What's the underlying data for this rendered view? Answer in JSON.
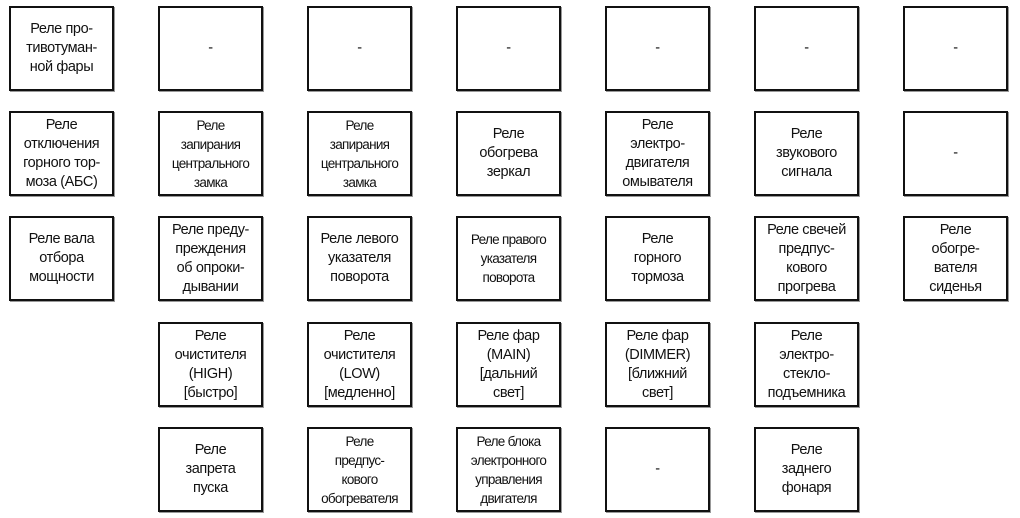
{
  "diagram": {
    "type": "relay-box-layout",
    "columns_x": [
      9,
      158,
      307,
      456,
      605,
      754,
      903
    ],
    "rows_y": [
      6,
      111,
      216,
      322,
      427
    ],
    "relays": [
      {
        "id": "r1c1",
        "row": 0,
        "col": 0,
        "label": "Реле про-\nтивотуман-\nной фары"
      },
      {
        "id": "r1c2",
        "row": 0,
        "col": 1,
        "label": "-"
      },
      {
        "id": "r1c3",
        "row": 0,
        "col": 2,
        "label": "-"
      },
      {
        "id": "r1c4",
        "row": 0,
        "col": 3,
        "label": "-"
      },
      {
        "id": "r1c5",
        "row": 0,
        "col": 4,
        "label": "-"
      },
      {
        "id": "r1c6",
        "row": 0,
        "col": 5,
        "label": "-"
      },
      {
        "id": "r1c7",
        "row": 0,
        "col": 6,
        "label": "-"
      },
      {
        "id": "r2c1",
        "row": 1,
        "col": 0,
        "label": "Реле\nотключения\nгорного тор-\nмоза (АБС)"
      },
      {
        "id": "r2c2",
        "row": 1,
        "col": 1,
        "label": "Реле\nзапирания\nцентрального\nзамка",
        "dense": true
      },
      {
        "id": "r2c3",
        "row": 1,
        "col": 2,
        "label": "Реле\nзапирания\nцентрального\nзамка",
        "dense": true
      },
      {
        "id": "r2c4",
        "row": 1,
        "col": 3,
        "label": "Реле\nобогрева\nзеркал"
      },
      {
        "id": "r2c5",
        "row": 1,
        "col": 4,
        "label": "Реле\nэлектро-\nдвигателя\nомывателя"
      },
      {
        "id": "r2c6",
        "row": 1,
        "col": 5,
        "label": "Реле\nзвукового\nсигнала"
      },
      {
        "id": "r2c7",
        "row": 1,
        "col": 6,
        "label": "-"
      },
      {
        "id": "r3c1",
        "row": 2,
        "col": 0,
        "label": "Реле вала\nотбора\nмощности"
      },
      {
        "id": "r3c2",
        "row": 2,
        "col": 1,
        "label": "Реле преду-\nпреждения\nоб опроки-\nдывании"
      },
      {
        "id": "r3c3",
        "row": 2,
        "col": 2,
        "label": "Реле левого\nуказателя\nповорота"
      },
      {
        "id": "r3c4",
        "row": 2,
        "col": 3,
        "label": "Реле правого\nуказателя\nповорота",
        "dense": true
      },
      {
        "id": "r3c5",
        "row": 2,
        "col": 4,
        "label": "Реле\nгорного\nтормоза"
      },
      {
        "id": "r3c6",
        "row": 2,
        "col": 5,
        "label": "Реле свечей\nпредпус-\nкового\nпрогрева"
      },
      {
        "id": "r3c7",
        "row": 2,
        "col": 6,
        "label": "Реле\nобогре-\nвателя\nсиденья"
      },
      {
        "id": "r4c2",
        "row": 3,
        "col": 1,
        "label": "Реле\nочистителя\n(HIGH)\n[быстро]"
      },
      {
        "id": "r4c3",
        "row": 3,
        "col": 2,
        "label": "Реле\nочистителя\n(LOW)\n[медленно]"
      },
      {
        "id": "r4c4",
        "row": 3,
        "col": 3,
        "label": "Реле фар\n(MAIN)\n[дальний\nсвет]"
      },
      {
        "id": "r4c5",
        "row": 3,
        "col": 4,
        "label": "Реле фар\n(DIMMER)\n[ближний\nсвет]"
      },
      {
        "id": "r4c6",
        "row": 3,
        "col": 5,
        "label": "Реле\nэлектро-\nстекло-\nподъемника"
      },
      {
        "id": "r5c2",
        "row": 4,
        "col": 1,
        "label": "Реле\nзапрета\nпуска"
      },
      {
        "id": "r5c3",
        "row": 4,
        "col": 2,
        "label": "Реле\nпредпус-\nкового\nобогревателя",
        "dense": true
      },
      {
        "id": "r5c4",
        "row": 4,
        "col": 3,
        "label": "Реле блока\nэлектронного\nуправления\nдвигателя",
        "dense": true
      },
      {
        "id": "r5c5",
        "row": 4,
        "col": 4,
        "label": "-"
      },
      {
        "id": "r5c6",
        "row": 4,
        "col": 5,
        "label": "Реле\nзаднего\nфонаря"
      }
    ]
  }
}
